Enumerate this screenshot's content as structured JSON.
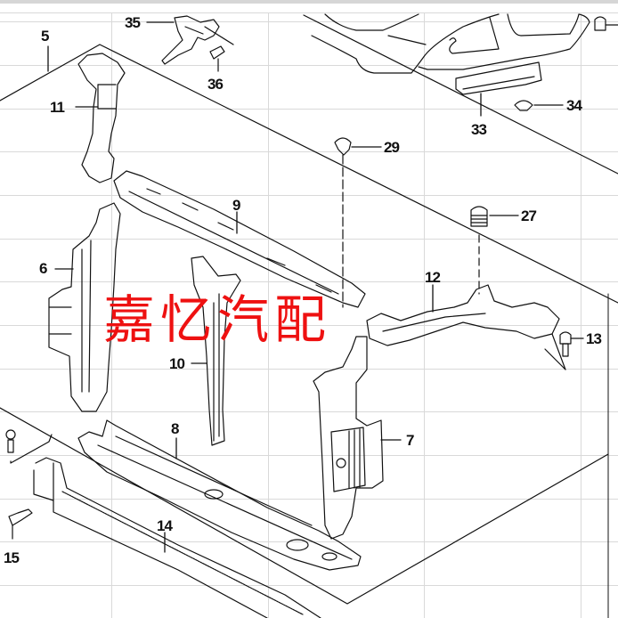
{
  "diagram": {
    "type": "exploded-parts-diagram",
    "subject": "Radiator core support / front frame assembly",
    "watermark": "嘉忆汽配",
    "watermark_color": "#ee1111",
    "line_color": "#111111",
    "grid_color": "#d9d9d9",
    "callouts": [
      {
        "id": "5",
        "label": "5"
      },
      {
        "id": "6",
        "label": "6"
      },
      {
        "id": "7",
        "label": "7"
      },
      {
        "id": "8",
        "label": "8"
      },
      {
        "id": "9",
        "label": "9"
      },
      {
        "id": "10",
        "label": "10"
      },
      {
        "id": "11",
        "label": "11"
      },
      {
        "id": "12",
        "label": "12"
      },
      {
        "id": "13",
        "label": "13"
      },
      {
        "id": "14",
        "label": "14"
      },
      {
        "id": "15",
        "label": "15"
      },
      {
        "id": "27",
        "label": "27"
      },
      {
        "id": "29",
        "label": "29"
      },
      {
        "id": "33",
        "label": "33"
      },
      {
        "id": "34",
        "label": "34"
      },
      {
        "id": "35",
        "label": "35"
      },
      {
        "id": "36",
        "label": "36"
      }
    ]
  }
}
